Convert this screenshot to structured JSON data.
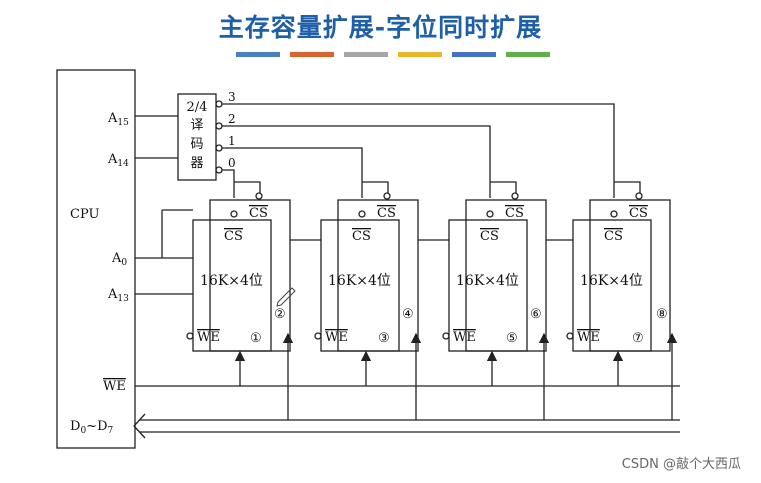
{
  "title": "主存容量扩展-字位同时扩展",
  "stripe_colors": [
    "#4a7fc1",
    "#d9642e",
    "#a5a5a5",
    "#e9b82a",
    "#4472c4",
    "#5fae46"
  ],
  "cpu": {
    "label": "CPU"
  },
  "cpu_pins": {
    "a15_main": "A",
    "a15_sub": "15",
    "a14_main": "A",
    "a14_sub": "14",
    "a0_main": "A",
    "a0_sub": "0",
    "a13_main": "A",
    "a13_sub": "13",
    "we": "WE",
    "data_main1": "D",
    "data_sub1": "0",
    "data_sep": "~",
    "data_main2": "D",
    "data_sub2": "7"
  },
  "decoder": {
    "lines": [
      "2/4",
      "译",
      "码",
      "器"
    ],
    "outputs": [
      "3",
      "2",
      "1",
      "0"
    ]
  },
  "chip_common": {
    "cs_inner": "CS",
    "cs_outer": "CS",
    "we": "WE",
    "capacity": "16K×4位"
  },
  "chips": [
    {
      "left_num": "①",
      "right_num": "②"
    },
    {
      "left_num": "③",
      "right_num": "④"
    },
    {
      "left_num": "⑤",
      "right_num": "⑥"
    },
    {
      "left_num": "⑦",
      "right_num": "⑧"
    }
  ],
  "watermark": "CSDN @敲个大西瓜"
}
